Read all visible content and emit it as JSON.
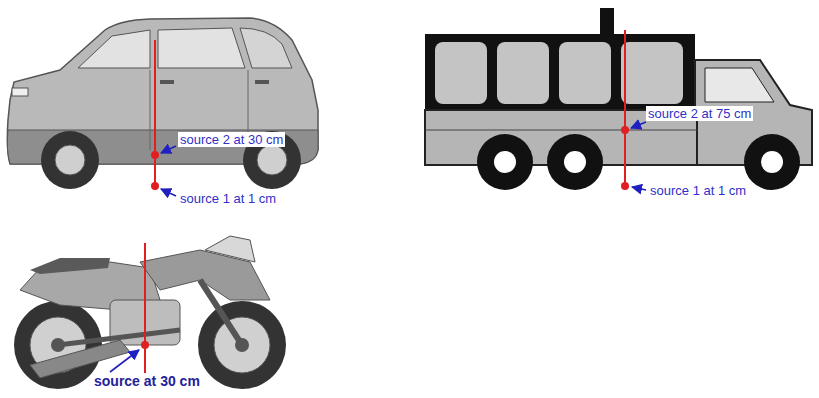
{
  "diagram": {
    "labels": [
      "source 2 at 30 cm",
      "source 1 at 1 cm",
      "source 2 at 75 cm",
      "source 1 at 1 cm",
      "source at 30 cm"
    ]
  }
}
